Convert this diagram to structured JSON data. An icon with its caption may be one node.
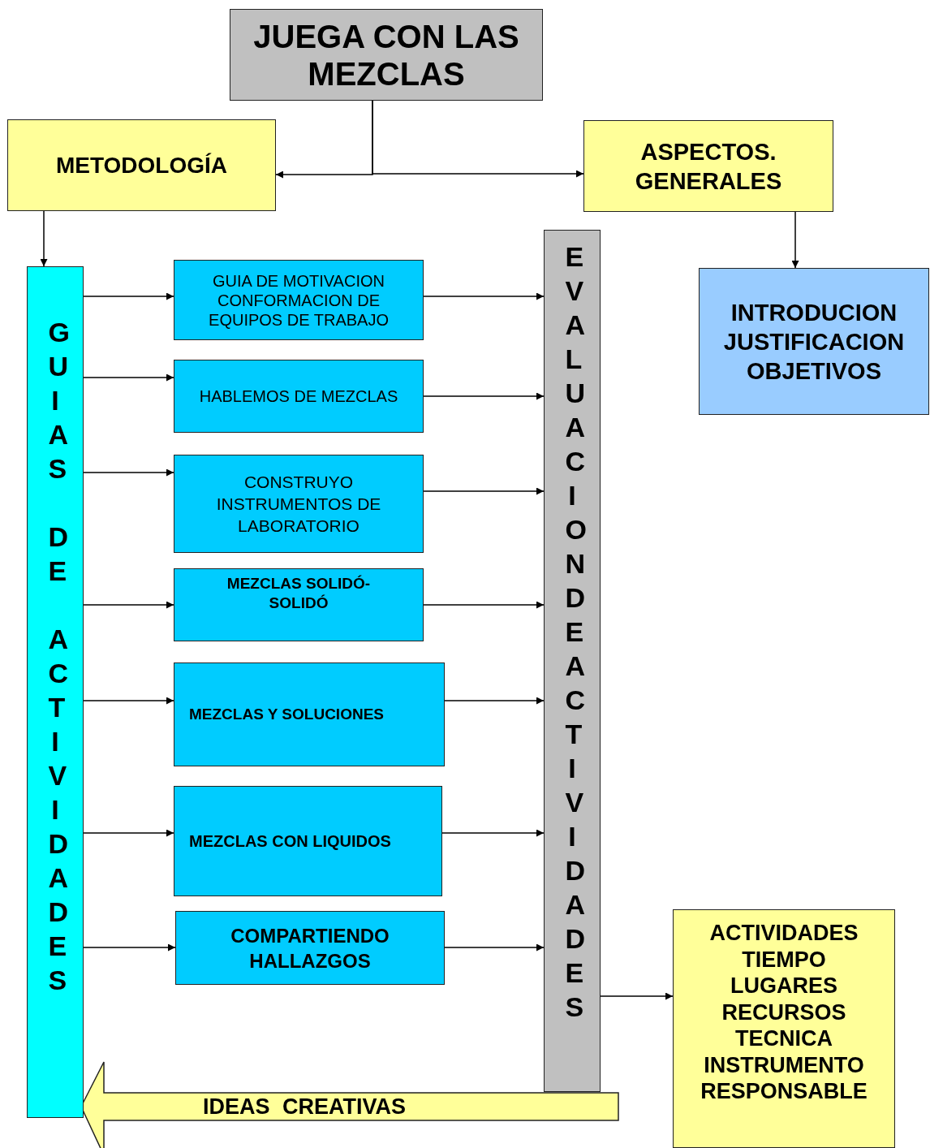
{
  "diagram": {
    "nodes": [
      {
        "text": [
          "JUEGA CON LAS MEZCLAS"
        ]
      },
      {
        "text": [
          "METODOLOGÍA"
        ]
      },
      {
        "text": [
          "ASPECTOS. GENERALES"
        ]
      },
      {
        "text": [
          "GUIAS  DE  ACTIVIDADES"
        ]
      },
      {
        "text": [
          "EVALUACION DE ACTIVIDADES"
        ]
      },
      {
        "text": [
          "INTRODUCION JUSTIFICACION OBJETIVOS"
        ]
      },
      {
        "text": [
          "GUIA DE MOTIVACION CONFORMACION DE EQUIPOS DE TRABAJO"
        ]
      },
      {
        "text": [
          "HABLEMOS DE MEZCLAS"
        ]
      },
      {
        "text": [
          "CONSTRUYO INSTRUMENTOS DE LABORATORIO"
        ]
      },
      {
        "text": [
          "MEZCLAS SOLIDÓ-SOLIDÓ"
        ]
      },
      {
        "text": [
          "MEZCLAS Y SOLUCIONES"
        ]
      },
      {
        "text": [
          "MEZCLAS CON LIQUIDOS"
        ]
      },
      {
        "text": [
          "COMPARTIENDO HALLAZGOS"
        ]
      },
      {
        "text": [
          "ACTIVIDADES",
          "TIEMPO",
          "LUGARES",
          "RECURSOS",
          "TECNICA",
          "INSTRUMENTO",
          "RESPONSABLE"
        ]
      }
    ],
    "edges": [
      {
        "from": 0,
        "to": 1,
        "arrow": "to"
      },
      {
        "from": 0,
        "to": 2,
        "arrow": "to"
      },
      {
        "from": 1,
        "to": 3,
        "arrow": "to"
      },
      {
        "from": 2,
        "to": 5,
        "arrow": "to"
      },
      {
        "from": 3,
        "to": 6,
        "arrow": "to"
      },
      {
        "from": 3,
        "to": 7,
        "arrow": "to"
      },
      {
        "from": 3,
        "to": 8,
        "arrow": "to"
      },
      {
        "from": 3,
        "to": 9,
        "arrow": "to"
      },
      {
        "from": 3,
        "to": 10,
        "arrow": "to"
      },
      {
        "from": 3,
        "to": 11,
        "arrow": "to"
      },
      {
        "from": 3,
        "to": 12,
        "arrow": "to"
      },
      {
        "from": 6,
        "to": 4,
        "arrow": "to"
      },
      {
        "from": 7,
        "to": 4,
        "arrow": "to"
      },
      {
        "from": 8,
        "to": 4,
        "arrow": "to"
      },
      {
        "from": 9,
        "to": 4,
        "arrow": "to"
      },
      {
        "from": 10,
        "to": 4,
        "arrow": "to"
      },
      {
        "from": 11,
        "to": 4,
        "arrow": "to"
      },
      {
        "from": 12,
        "to": 4,
        "arrow": "to"
      },
      {
        "from": 4,
        "to": 13,
        "arrow": "to"
      },
      {
        "from": 4,
        "to": 3,
        "arrow": "to",
        "label": "IDEAS CREATIVAS",
        "style": "thick",
        "color": "#ffff99"
      }
    ]
  }
}
